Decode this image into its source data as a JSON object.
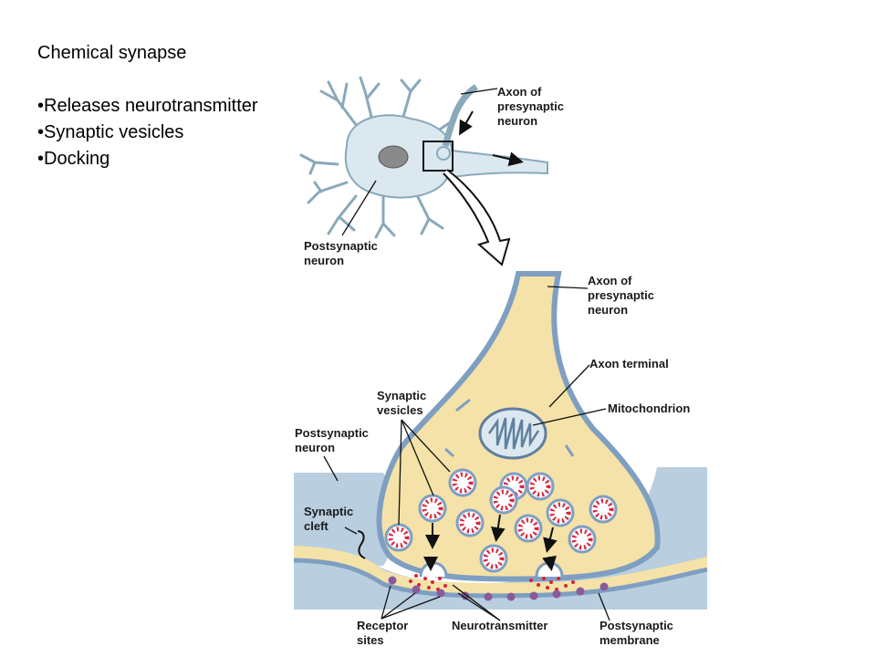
{
  "slide": {
    "title": "Chemical synapse",
    "bullets": [
      "•Releases neurotransmitter",
      "•Synaptic vesicles",
      "•Docking"
    ]
  },
  "labels": {
    "axon_top_1": "Axon of",
    "axon_top_2": "presynaptic",
    "axon_top_3": "neuron",
    "post_top_1": "Postsynaptic",
    "post_top_2": "neuron",
    "axon_mid_1": "Axon of",
    "axon_mid_2": "presynaptic",
    "axon_mid_3": "neuron",
    "axon_terminal": "Axon terminal",
    "mitochondrion": "Mitochondrion",
    "vesicles_1": "Synaptic",
    "vesicles_2": "vesicles",
    "post_mid_1": "Postsynaptic",
    "post_mid_2": "neuron",
    "cleft_1": "Synaptic",
    "cleft_2": "cleft",
    "receptor_1": "Receptor",
    "receptor_2": "sites",
    "neurotransmitter": "Neurotransmitter",
    "membrane_1": "Postsynaptic",
    "membrane_2": "membrane"
  },
  "colors": {
    "neuron_fill": "#dbe8ef",
    "neuron_edge": "#8aa9bb",
    "terminal_fill": "#f4e2a8",
    "membrane_blue": "#7f9fc2",
    "postsyn_fill": "#b9cfe0",
    "vesicle_red": "#d9223a",
    "receptor": "#8a5a9b"
  }
}
